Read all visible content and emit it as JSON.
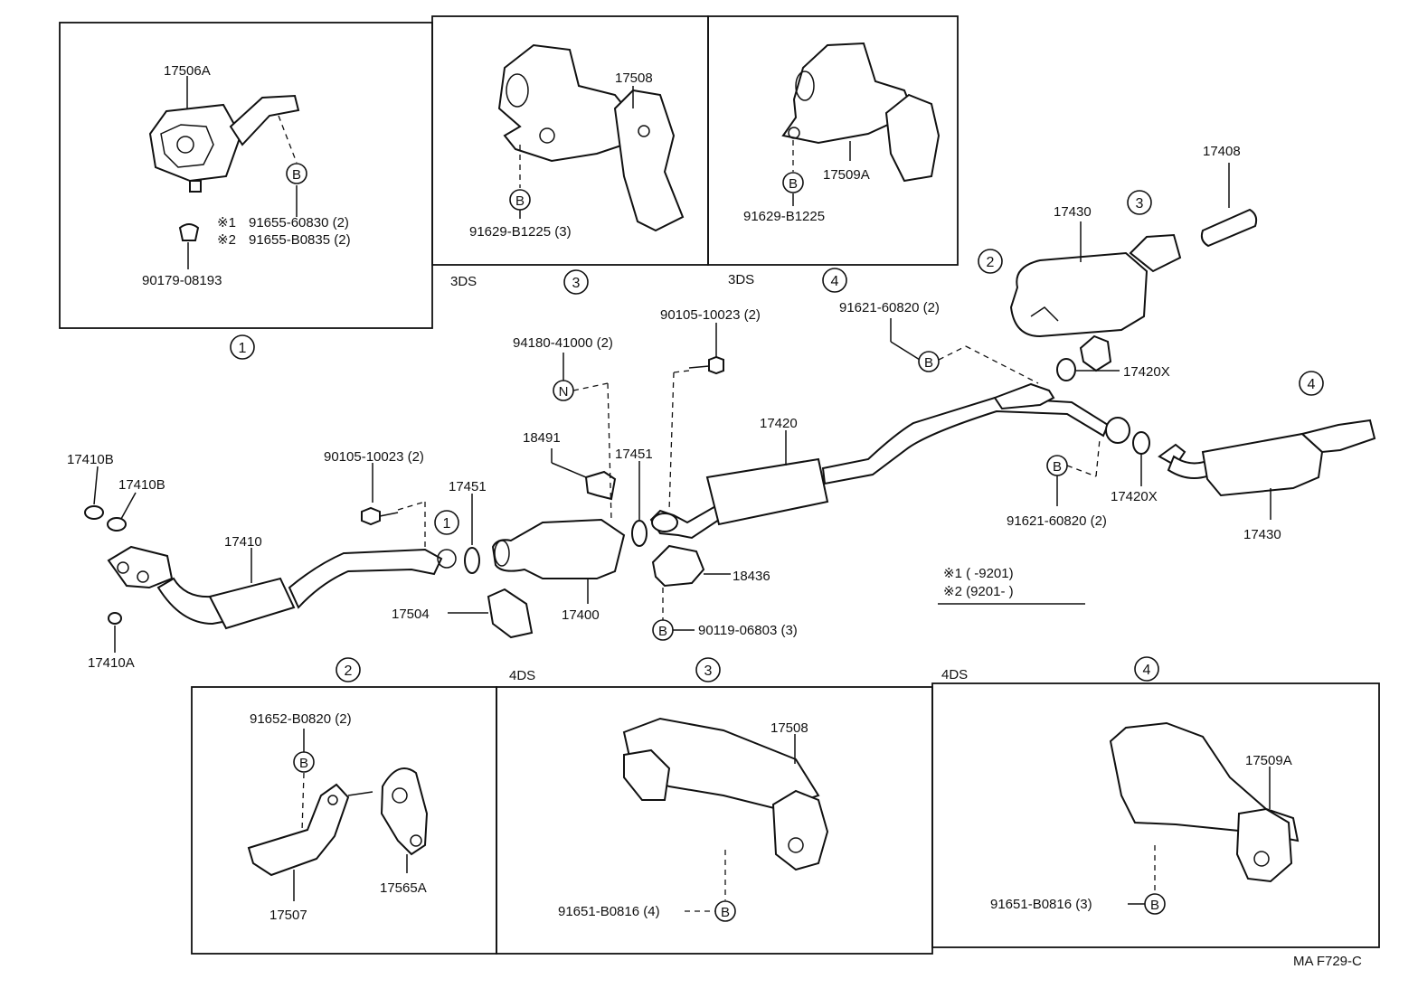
{
  "drawing_code": "MA F729-C",
  "callouts": {
    "b": "B",
    "n": "N",
    "c1": "1",
    "c2": "2",
    "c3": "3",
    "c4": "4"
  },
  "inset1": {
    "part_main": "17506A",
    "bolt1": "91655-60830 (2)",
    "bolt2": "91655-B0835 (2)",
    "clip": "90179-08193",
    "note1": "※1",
    "note2": "※2"
  },
  "inset3_top": {
    "part": "17508",
    "bolt": "91629-B1225 (3)",
    "variant": "3DS"
  },
  "inset4_top": {
    "part": "17509A",
    "bolt": "91629-B1225",
    "variant": "3DS"
  },
  "main": {
    "gasket_b1": "17410B",
    "gasket_b2": "17410B",
    "gasket_a": "17410A",
    "front_pipe": "17410",
    "bolt_front": "90105-10023 (2)",
    "gasket_451a": "17451",
    "gasket_451b": "17451",
    "bracket_504": "17504",
    "converter": "17400",
    "stay_491": "18491",
    "bolt_n": "94180-41000 (2)",
    "bolt_center": "90105-10023 (2)",
    "heat_ins": "18436",
    "bolt_heat": "90119-06803 (3)",
    "center_pipe": "17420",
    "bolt_rear_top": "91621-60820 (2)",
    "gasket_x1": "17420X",
    "gasket_x2": "17420X",
    "bolt_rear_bot": "91621-60820 (2)",
    "muffler_top": "17430",
    "muffler_bot": "17430",
    "tail": "17408",
    "note_line1": "※1 (      -9201)",
    "note_line2": "※2 (9201-         )"
  },
  "inset2": {
    "bolt": "91652-B0820 (2)",
    "bracket": "17507",
    "hanger": "17565A"
  },
  "inset3_bot": {
    "part": "17508",
    "bolt": "91651-B0816 (4)",
    "variant": "4DS"
  },
  "inset4_bot": {
    "part": "17509A",
    "bolt": "91651-B0816 (3)",
    "variant": "4DS"
  }
}
